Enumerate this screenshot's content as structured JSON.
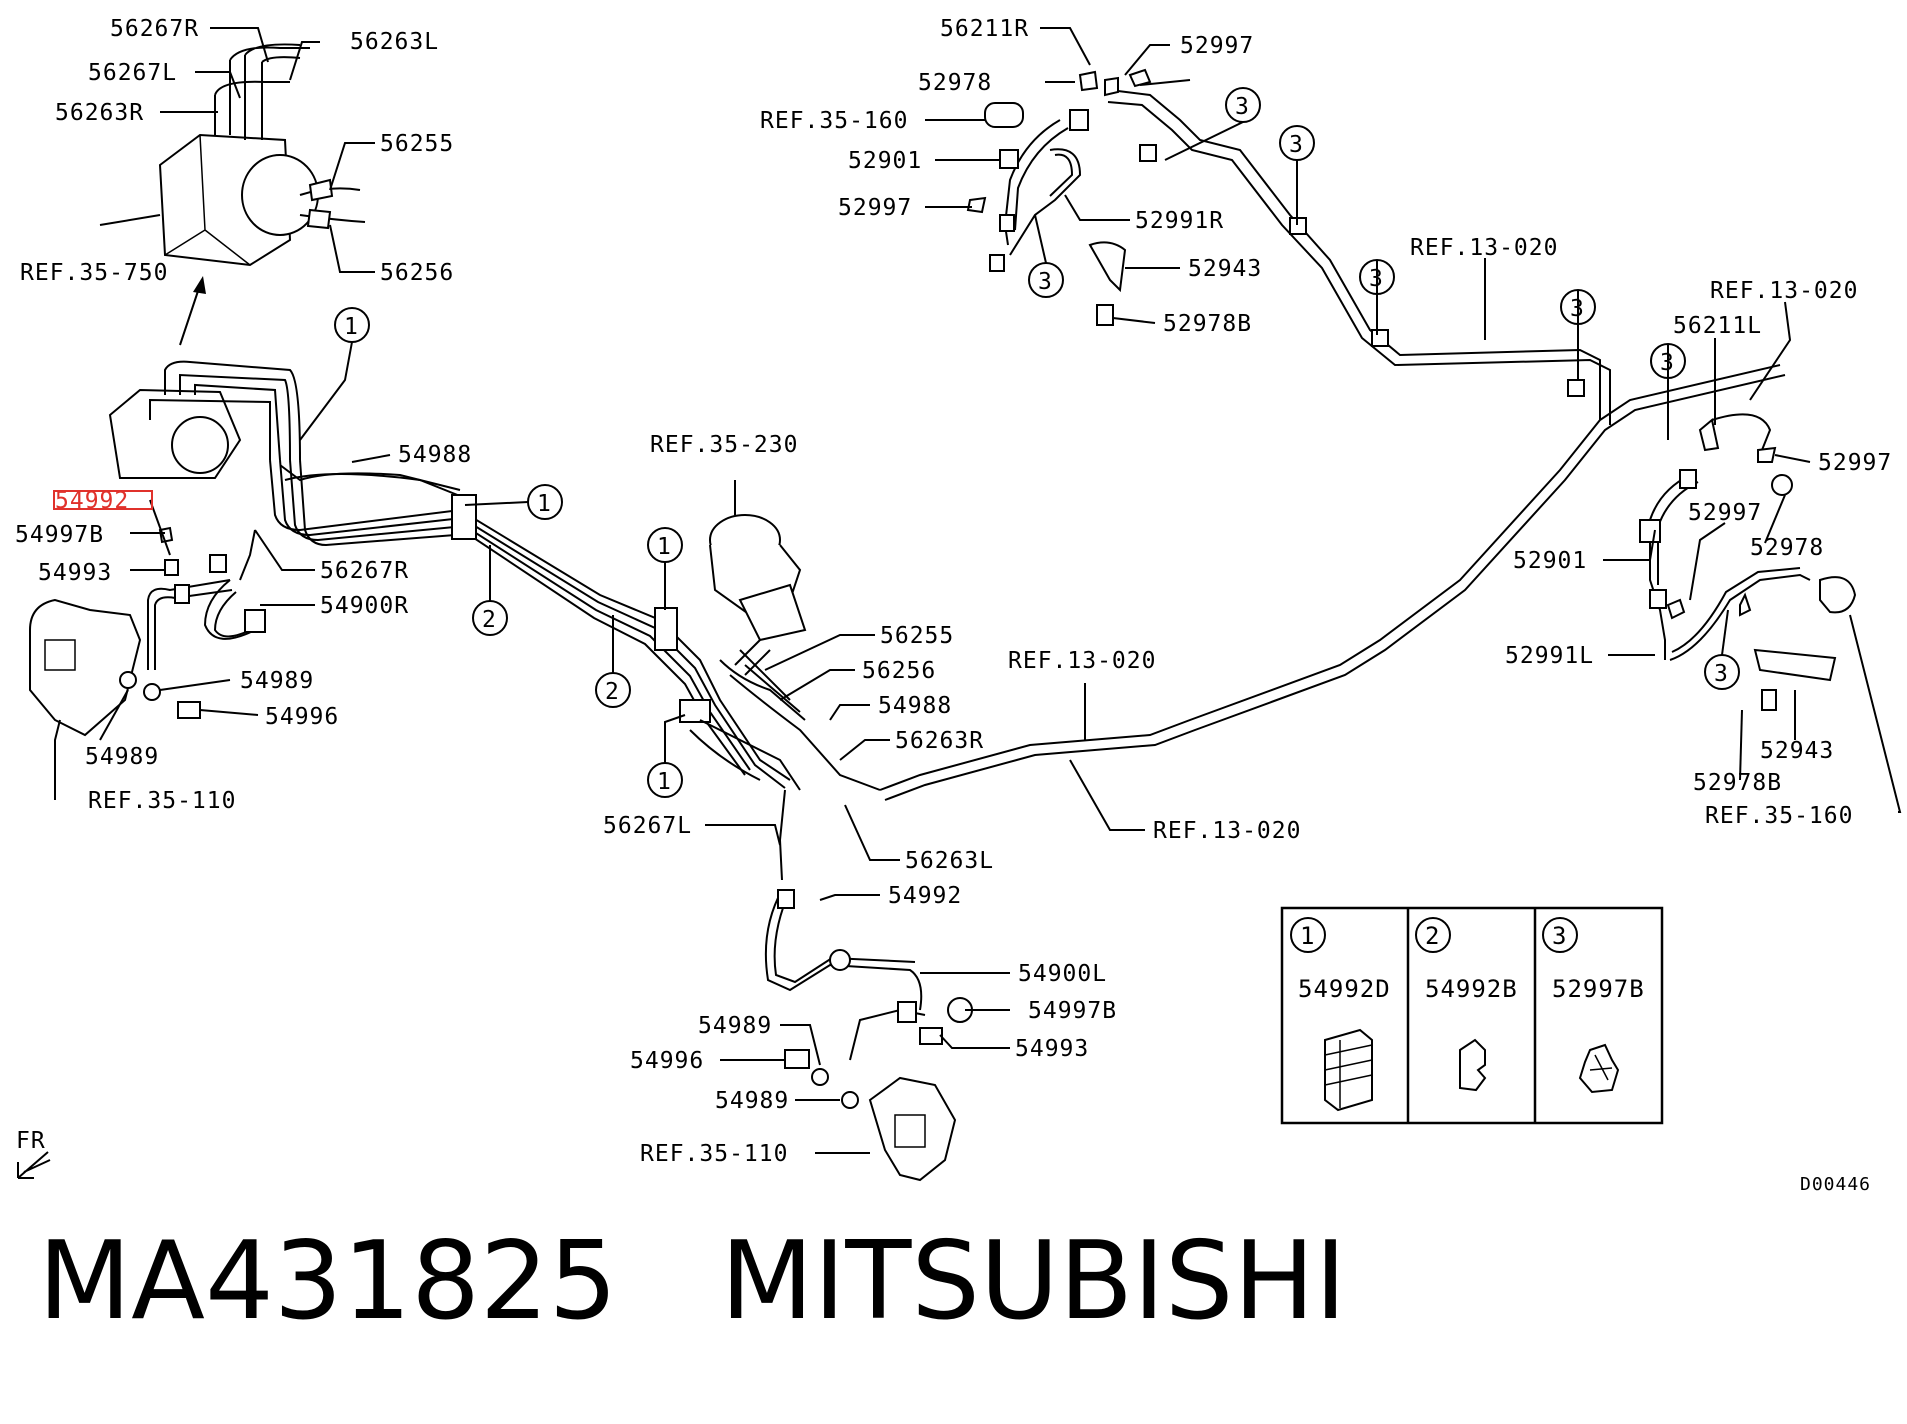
{
  "labels": {
    "l_56267R_top": "56267R",
    "l_56263L_top": "56263L",
    "l_56267L_top": "56267L",
    "l_56263R_top": "56263R",
    "l_56255_top": "56255",
    "l_56256_top": "56256",
    "l_ref35750": "REF.35-750",
    "l_54988_left": "54988",
    "l_54992_left": "54992",
    "l_54997B_left": "54997B",
    "l_54993_left": "54993",
    "l_56267R_mid": "56267R",
    "l_54900R": "54900R",
    "l_54989_a": "54989",
    "l_54996_left": "54996",
    "l_54989_b": "54989",
    "l_ref35110_left": "REF.35-110",
    "l_ref35230": "REF.35-230",
    "l_56255_mid": "56255",
    "l_56256_mid": "56256",
    "l_54988_mid": "54988",
    "l_56263R_mid": "56263R",
    "l_56267L_mid": "56267L",
    "l_56263L_mid": "56263L",
    "l_54992_mid": "54992",
    "l_54900L": "54900L",
    "l_54997B_mid": "54997B",
    "l_54993_mid": "54993",
    "l_54989_c": "54989",
    "l_54996_mid": "54996",
    "l_54989_d": "54989",
    "l_ref35110_mid": "REF.35-110",
    "l_ref13020_mid": "REF.13-020",
    "l_ref13020_low": "REF.13-020",
    "l_56211R": "56211R",
    "l_52997_top": "52997",
    "l_52978_top": "52978",
    "l_ref35160_top": "REF.35-160",
    "l_52901_top": "52901",
    "l_52997_b": "52997",
    "l_52991R": "52991R",
    "l_52943_top": "52943",
    "l_52978B_top": "52978B",
    "l_ref13020_top": "REF.13-020",
    "l_ref13020_right": "REF.13-020",
    "l_56211L": "56211L",
    "l_52997_right": "52997",
    "l_52997_right2": "52997",
    "l_52978_right": "52978",
    "l_52901_right": "52901",
    "l_52991L": "52991L",
    "l_52943_right": "52943",
    "l_52978B_right": "52978B",
    "l_ref35160_right": "REF.35-160",
    "l_fr": "FR",
    "l_code": "D00446"
  },
  "callouts": {
    "c1": "1",
    "c2": "2",
    "c3": "3"
  },
  "legend": {
    "item1_num": "1",
    "item1_part": "54992D",
    "item2_num": "2",
    "item2_part": "54992B",
    "item3_num": "3",
    "item3_part": "52997B"
  },
  "footer": {
    "part_number": "MA431825",
    "brand": "MITSUBISHI"
  },
  "highlighted_part": "54992"
}
